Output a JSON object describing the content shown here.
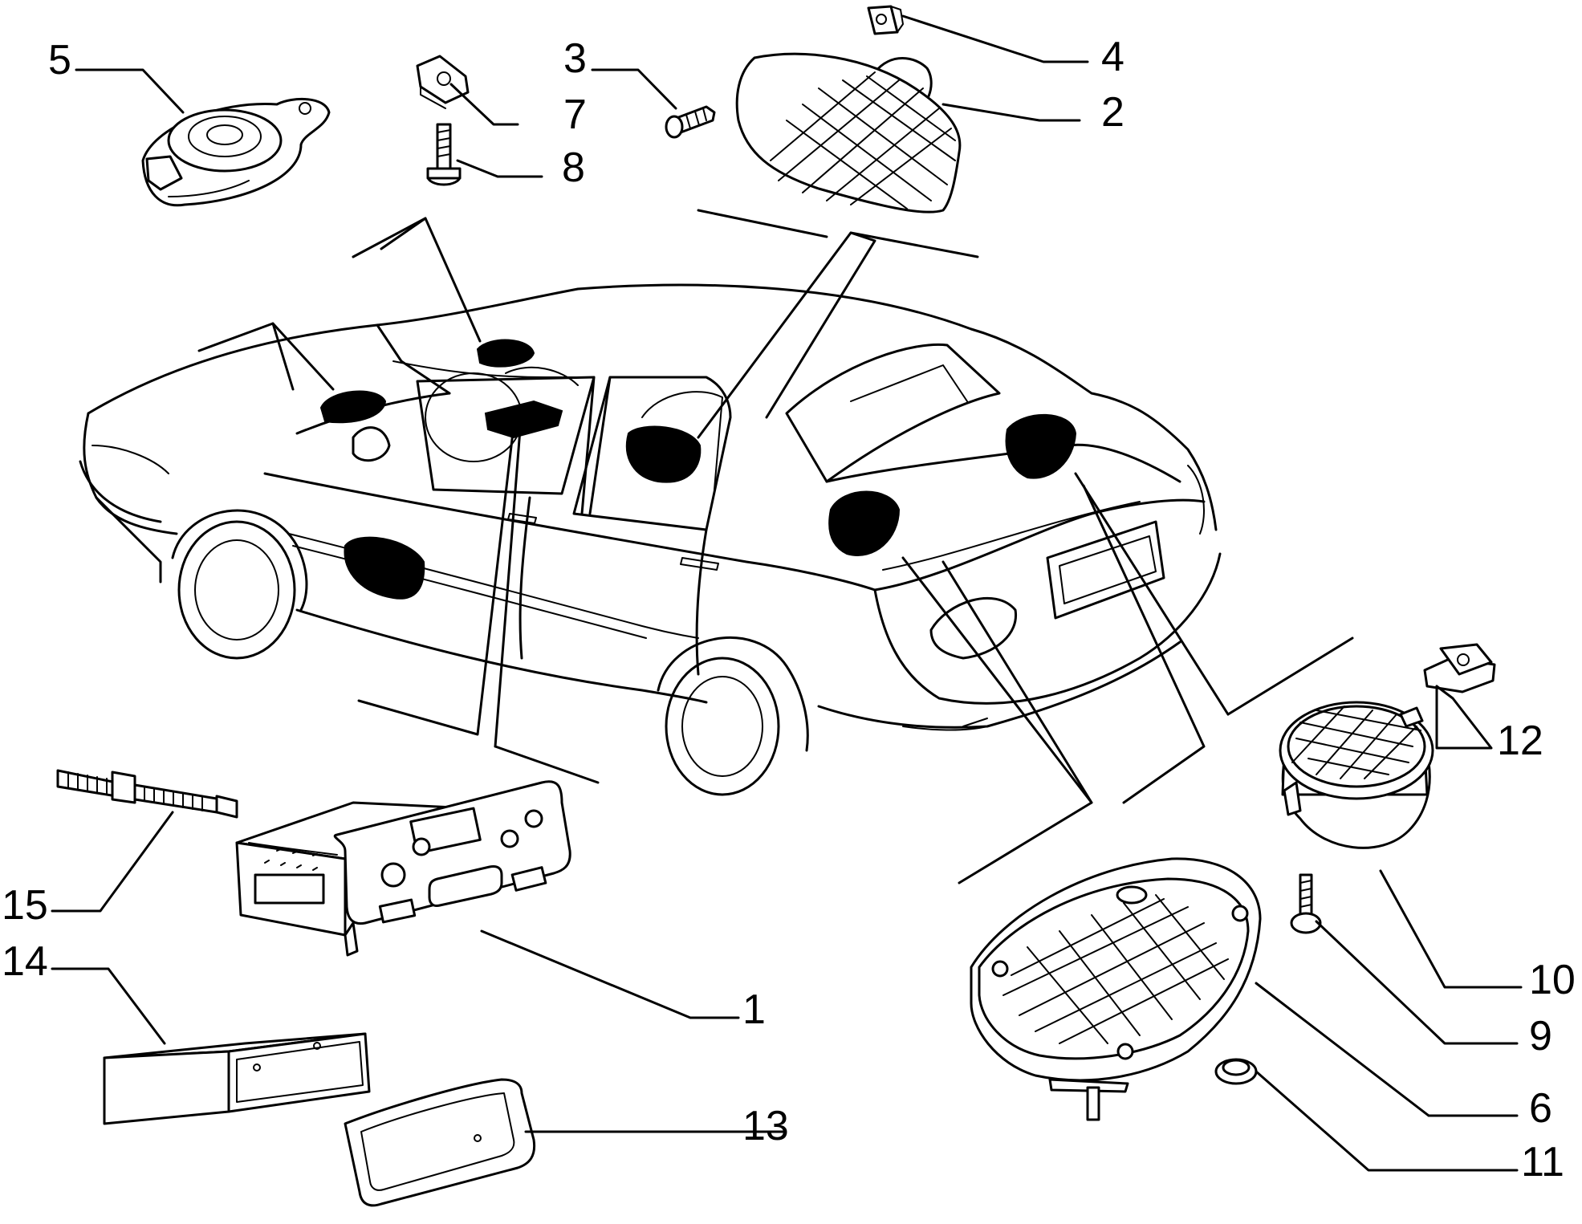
{
  "callouts": [
    {
      "id": "c5",
      "label": "5"
    },
    {
      "id": "c7",
      "label": "7"
    },
    {
      "id": "c8",
      "label": "8"
    },
    {
      "id": "c3",
      "label": "3"
    },
    {
      "id": "c4",
      "label": "4"
    },
    {
      "id": "c2",
      "label": "2"
    },
    {
      "id": "c12",
      "label": "12"
    },
    {
      "id": "c10",
      "label": "10"
    },
    {
      "id": "c9",
      "label": "9"
    },
    {
      "id": "c6",
      "label": "6"
    },
    {
      "id": "c11",
      "label": "11"
    },
    {
      "id": "c1",
      "label": "1"
    },
    {
      "id": "c15",
      "label": "15"
    },
    {
      "id": "c14",
      "label": "14"
    },
    {
      "id": "c13",
      "label": "13"
    }
  ],
  "parts": {
    "p1": "radio-cassette-head-unit",
    "p2": "door-speaker-grille-front",
    "p3": "self-tapping-screw",
    "p4": "speed-nut-clip",
    "p5": "tweeter",
    "p6": "rear-shelf-speaker",
    "p7": "speed-nut-clip",
    "p8": "screw",
    "p9": "screw",
    "p10": "rear-door-speaker",
    "p11": "plastic-nut",
    "p12": "speed-nut-clip",
    "p13": "trim-frame",
    "p14": "mounting-cage",
    "p15": "threaded-stud"
  }
}
